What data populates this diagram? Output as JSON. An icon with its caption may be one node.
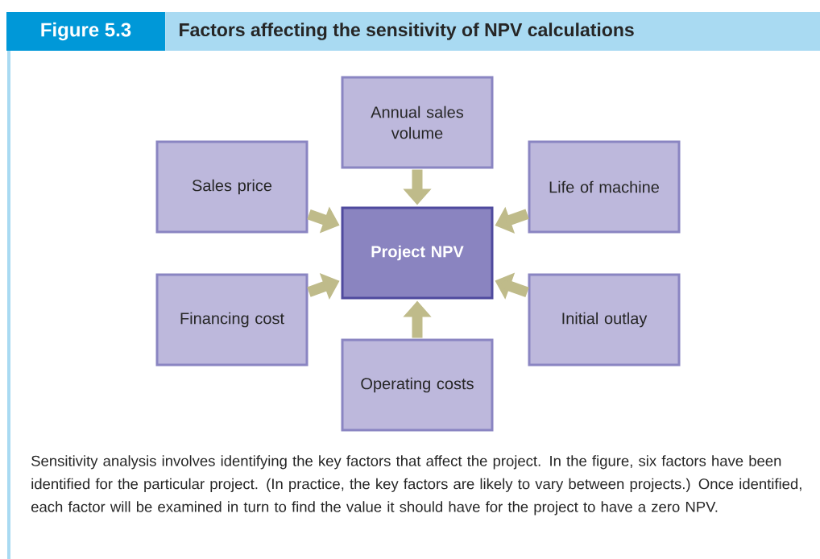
{
  "diagram": {
    "title": "Factors affecting the sensitivity of NPV calculations",
    "nodes": [
      {
        "text": [
          "Annual sales volume"
        ]
      },
      {
        "text": [
          "Sales price"
        ]
      },
      {
        "text": [
          "Life of machine"
        ]
      },
      {
        "text": [
          "Project NPV"
        ]
      },
      {
        "text": [
          "Financing cost"
        ]
      },
      {
        "text": [
          "Initial outlay"
        ]
      },
      {
        "text": [
          "Operating costs"
        ]
      }
    ],
    "edges": [
      {
        "from": 0,
        "to": 3,
        "arrow": "to"
      },
      {
        "from": 1,
        "to": 3,
        "arrow": "to"
      },
      {
        "from": 2,
        "to": 3,
        "arrow": "to"
      },
      {
        "from": 4,
        "to": 3,
        "arrow": "to"
      },
      {
        "from": 5,
        "to": 3,
        "arrow": "to"
      },
      {
        "from": 6,
        "to": 3,
        "arrow": "to"
      }
    ],
    "labels": [
      "Figure 5.3"
    ],
    "caption": "Sensitivity analysis involves identifying the key factors that affect the project. In the figure, six factors have been identified for the particular project. (In practice, the key factors are likely to vary between projects.) Once identified, each factor will be examined in turn to find the value it should have for the project to have a zero NPV."
  }
}
